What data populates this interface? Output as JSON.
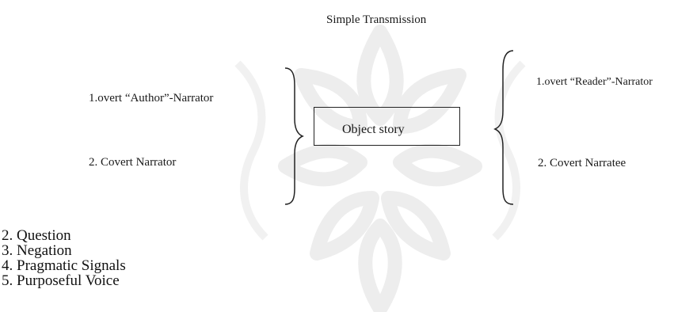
{
  "diagram": {
    "title": "Simple Transmission",
    "left_items": [
      "1.overt “Author”-Narrator",
      "2. Covert Narrator"
    ],
    "center_box": "Object story",
    "right_items": [
      "1.overt “Reader”-Narrator",
      "2. Covert Narratee"
    ]
  },
  "list_items": [
    "2. Question",
    "3. Negation",
    "4. Pragmatic Signals",
    "5. Purposeful Voice"
  ],
  "colors": {
    "text": "#1a1a1a",
    "watermark": "#ececec",
    "line": "#222222"
  }
}
